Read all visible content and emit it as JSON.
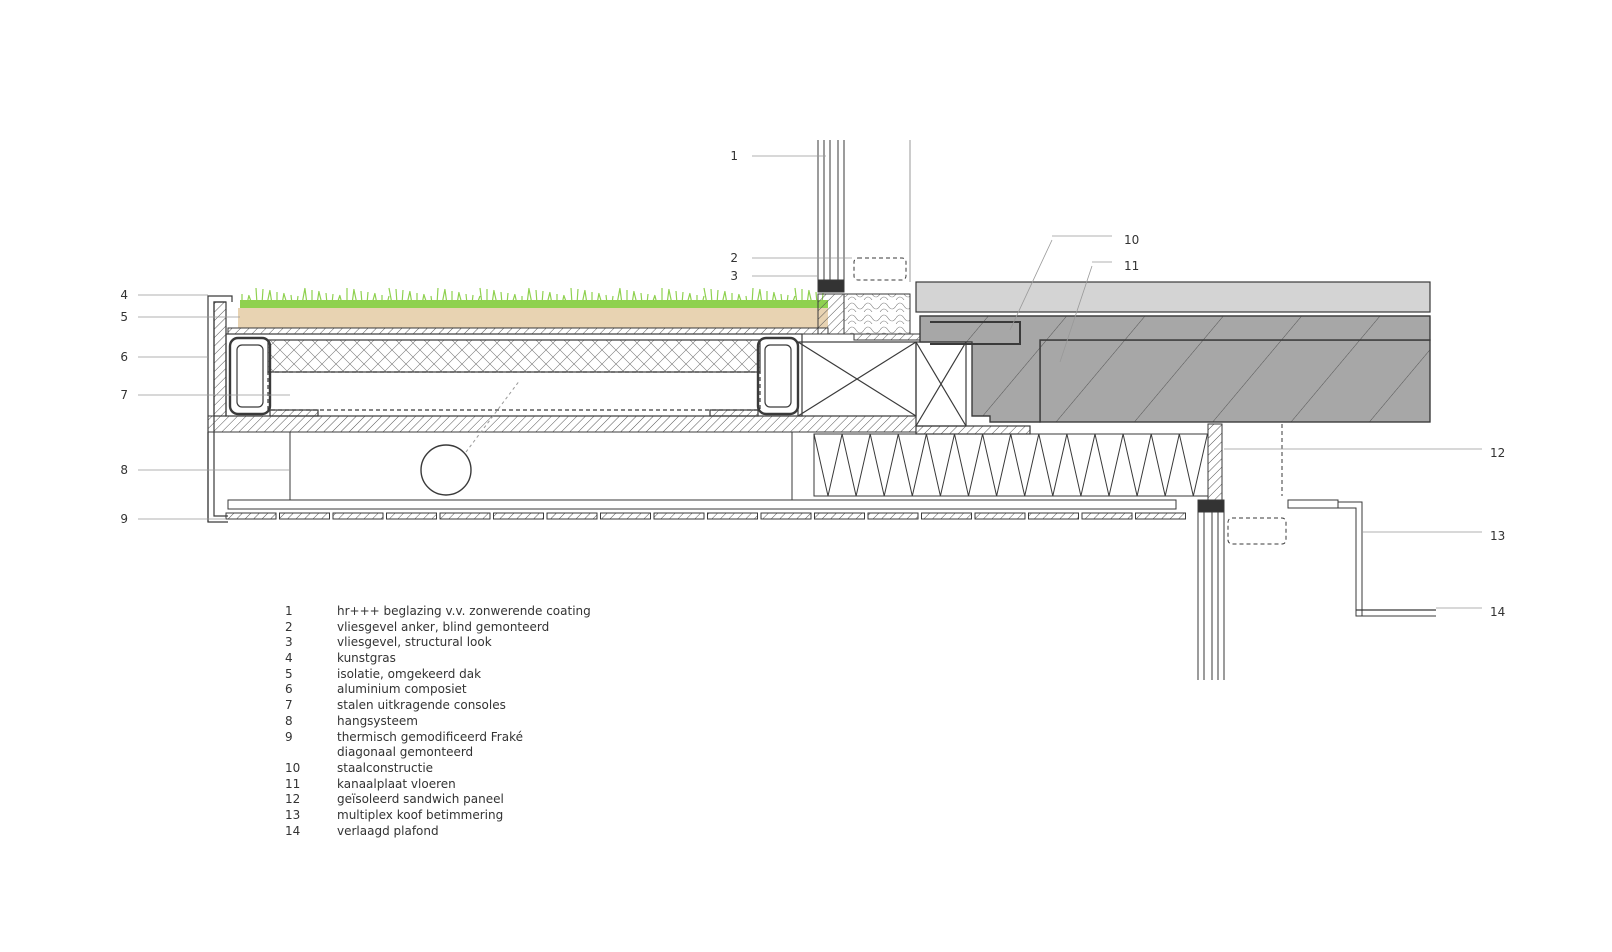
{
  "callouts": [
    {
      "num": "1"
    },
    {
      "num": "2"
    },
    {
      "num": "3"
    },
    {
      "num": "4"
    },
    {
      "num": "5"
    },
    {
      "num": "6"
    },
    {
      "num": "7"
    },
    {
      "num": "8"
    },
    {
      "num": "9"
    },
    {
      "num": "10"
    },
    {
      "num": "11"
    },
    {
      "num": "12"
    },
    {
      "num": "13"
    },
    {
      "num": "14"
    }
  ],
  "legend": [
    {
      "num": "1",
      "text": "hr+++ beglazing v.v. zonwerende coating"
    },
    {
      "num": "2",
      "text": "vliesgevel anker, blind gemonteerd"
    },
    {
      "num": "3",
      "text": "vliesgevel, structural look"
    },
    {
      "num": "4",
      "text": "kunstgras"
    },
    {
      "num": "5",
      "text": "isolatie, omgekeerd dak"
    },
    {
      "num": "6",
      "text": "aluminium composiet"
    },
    {
      "num": "7",
      "text": "stalen uitkragende consoles"
    },
    {
      "num": "8",
      "text": "hangsysteem"
    },
    {
      "num": "9",
      "text": "thermisch gemodificeerd Fraké"
    },
    {
      "num": "",
      "text": "diagonaal gemonteerd"
    },
    {
      "num": "10",
      "text": "staalconstructie"
    },
    {
      "num": "11",
      "text": "kanaalplaat vloeren"
    },
    {
      "num": "12",
      "text": "geïsoleerd sandwich paneel"
    },
    {
      "num": "13",
      "text": "multiplex koof betimmering"
    },
    {
      "num": "14",
      "text": "verlaagd plafond"
    }
  ],
  "colors": {
    "line": "#3a3a3a",
    "grass": "#8fd14f",
    "insulation_board": "#e8d3b2",
    "concrete": "#a7a7a7",
    "slab": "#d4d4d4"
  }
}
